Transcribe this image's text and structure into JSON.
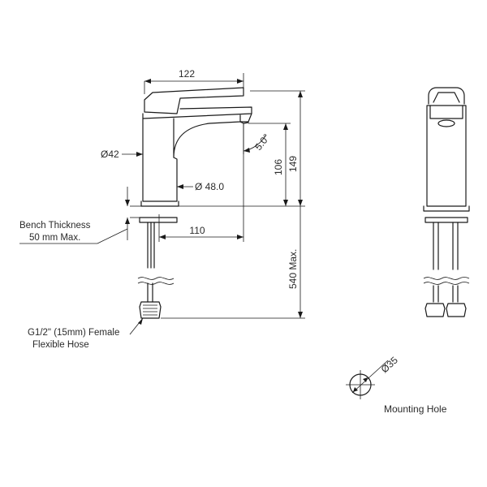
{
  "dimensions": {
    "spout_length": "122",
    "body_diameter": "Ø42",
    "base_diameter": "Ø 48.0",
    "spout_angle": "5.0°",
    "outlet_height": "106",
    "overall_height": "149",
    "reach": "110",
    "hose_length": "540 Max.",
    "mounting_hole_diameter": "Ø35"
  },
  "notes": {
    "bench_thickness_line1": "Bench Thickness",
    "bench_thickness_line2": "50 mm  Max.",
    "hose_line1": "G1/2\" (15mm) Female",
    "hose_line2": "Flexible Hose",
    "mounting_hole": "Mounting Hole"
  }
}
